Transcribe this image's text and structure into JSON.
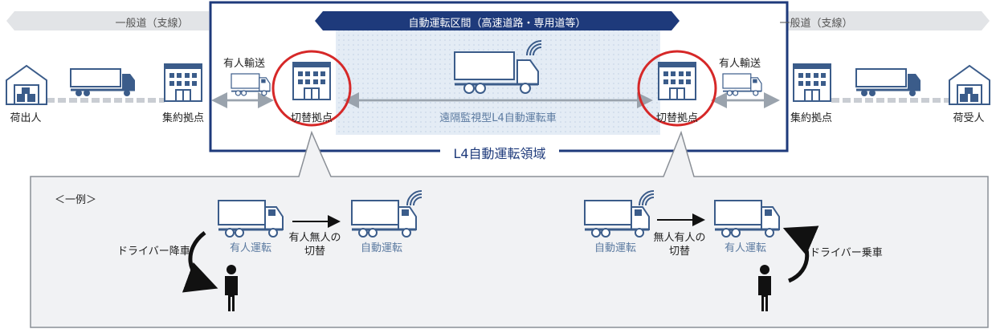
{
  "top": {
    "left_road_label": "一般道（支線）",
    "right_road_label": "一般道（支線）",
    "auto_section_label": "自動運転区間（高速道路・専用道等）"
  },
  "nodes": {
    "shipper": "荷出人",
    "left_hub": "集約拠点",
    "left_switch": "切替拠点",
    "right_switch": "切替拠点",
    "right_hub": "集約拠点",
    "receiver": "荷受人"
  },
  "transport": {
    "left_manned": "有人輸送",
    "right_manned": "有人輸送",
    "remote_truck": "遠隔監視型L4自動運転車"
  },
  "l4_area_label": "L4自動運転領域",
  "example": {
    "title": "＜一例＞",
    "left": {
      "driver_action": "ドライバー降車",
      "from_label": "有人運転",
      "switch_line1": "有人無人の",
      "switch_line2": "切替",
      "to_label": "自動運転"
    },
    "right": {
      "from_label": "自動運転",
      "switch_line1": "無人有人の",
      "switch_line2": "切替",
      "to_label": "有人運転",
      "driver_action": "ドライバー乗車"
    }
  },
  "colors": {
    "navy": "#1e3a7b",
    "highlight_red": "#d62828",
    "road_gray": "#c9cdd3",
    "callout_bg": "#f1f2f4",
    "icon_blue": "#3b5c8a"
  }
}
